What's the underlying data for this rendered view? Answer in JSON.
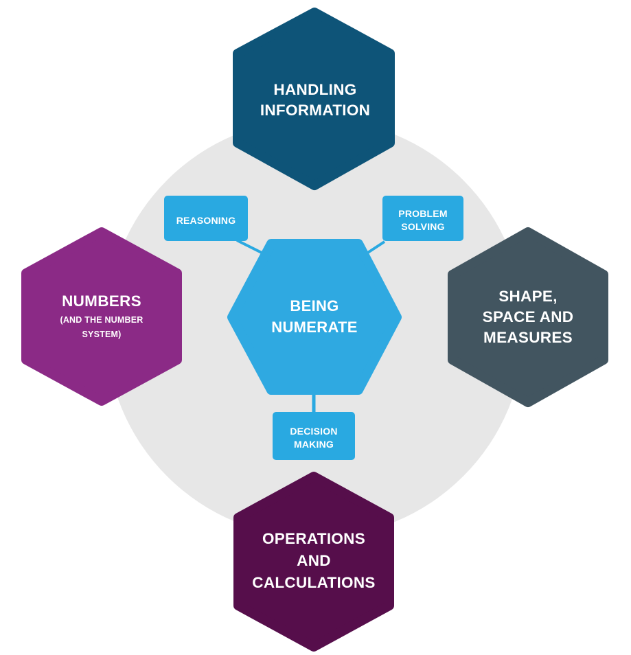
{
  "colors": {
    "background": "#ffffff",
    "circle": "#e7e7e7",
    "top": "#0e5478",
    "left": "#8b2a86",
    "right": "#425560",
    "bottom": "#560e4b",
    "center": "#2fa9e1",
    "box": "#29a9e1",
    "connector": "#2aa9e1",
    "text": "#ffffff"
  },
  "center": {
    "lines": [
      "BEING",
      "NUMERATE"
    ]
  },
  "hexagons": {
    "top": {
      "lines": [
        "HANDLING",
        "INFORMATION"
      ]
    },
    "left": {
      "lines": [
        "NUMBERS"
      ],
      "sub": [
        "(AND THE NUMBER",
        "SYSTEM)"
      ]
    },
    "right": {
      "lines": [
        "SHAPE,",
        "SPACE AND",
        "MEASURES"
      ]
    },
    "bottom": {
      "lines": [
        "OPERATIONS",
        "AND",
        "CALCULATIONS"
      ]
    }
  },
  "skills": {
    "reasoning": {
      "lines": [
        "REASONING"
      ]
    },
    "problem_solving": {
      "lines": [
        "PROBLEM",
        "SOLVING"
      ]
    },
    "decision_making": {
      "lines": [
        "DECISION",
        "MAKING"
      ]
    }
  }
}
